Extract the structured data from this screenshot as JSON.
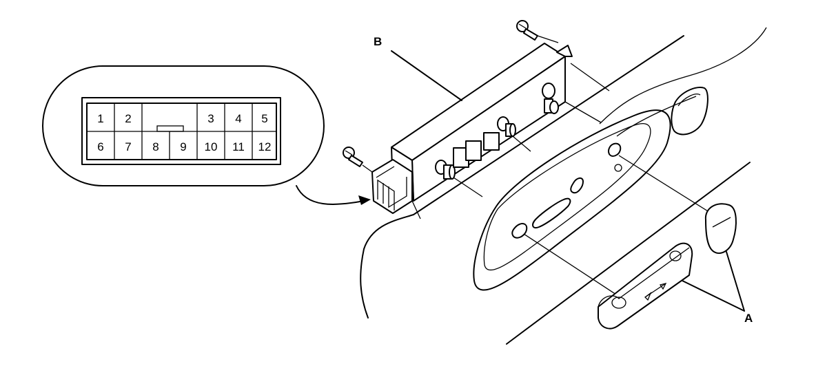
{
  "callouts": {
    "a": "A",
    "b": "B"
  },
  "connector_pins": {
    "top_row": [
      "1",
      "2",
      "3",
      "4",
      "5"
    ],
    "bottom_row": [
      "6",
      "7",
      "8",
      "9",
      "10",
      "11",
      "12"
    ]
  },
  "colors": {
    "line": "#000000",
    "background": "#ffffff"
  }
}
